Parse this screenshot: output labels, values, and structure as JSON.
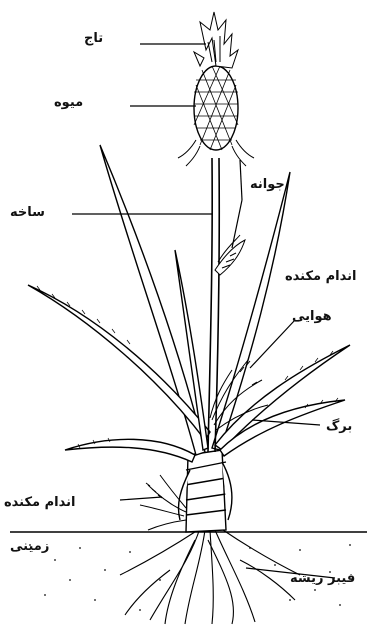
{
  "labels": {
    "crown": "تاج",
    "fruit": "میوه",
    "shoot": "جوانه",
    "stem": "ساخه",
    "aerial_organ_line1": "اندام مکنده",
    "aerial_organ_line2": "هوایی",
    "leaf": "برگ",
    "ground_organ_line1": "اندام مکنده",
    "ground_organ_line2": "زمینی",
    "fiber_root": "فیبر ریشه"
  }
}
